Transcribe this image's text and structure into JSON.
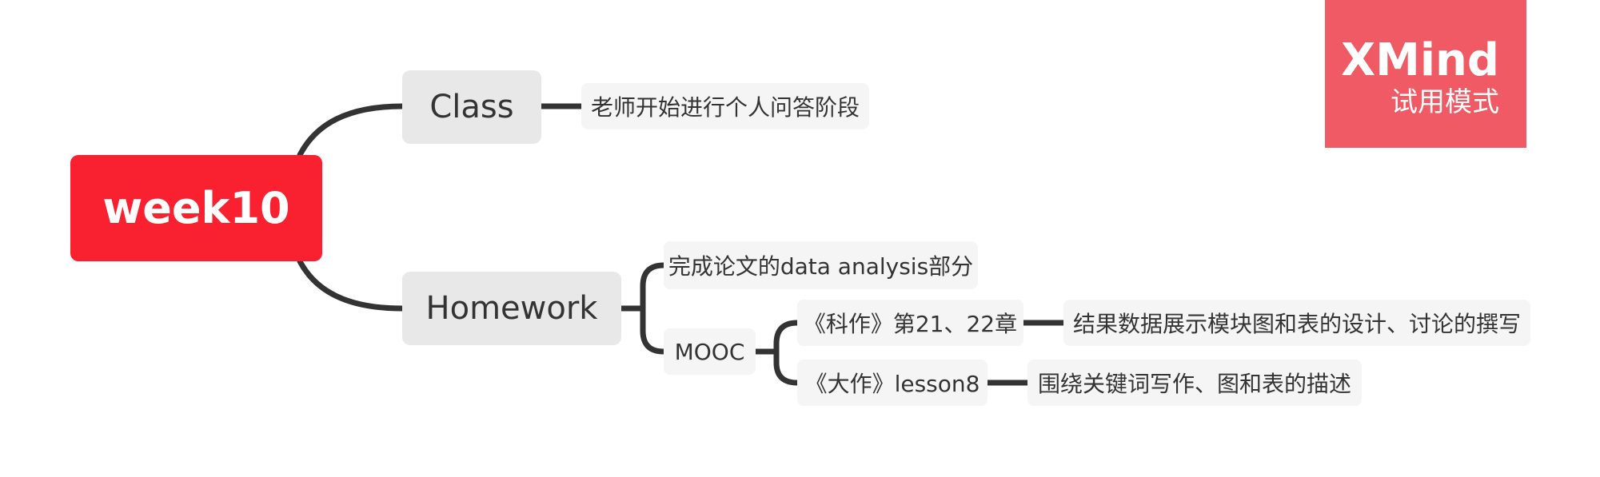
{
  "map": {
    "root": "week10",
    "class": {
      "label": "Class",
      "note": "老师开始进行个人问答阶段"
    },
    "homework": {
      "label": "Homework",
      "paper": "完成论文的data analysis部分",
      "mooc": {
        "label": "MOOC",
        "keza": {
          "label": "《科作》第21、22章",
          "detail": "结果数据展示模块图和表的设计、讨论的撰写"
        },
        "dazuo": {
          "label": "《大作》lesson8",
          "detail": "围绕关键词写作、图和表的描述"
        }
      }
    }
  },
  "watermark": {
    "title": "XMind",
    "subtitle": "试用模式"
  },
  "colors": {
    "root": "#f9202f",
    "main_topic": "#e8e8e8",
    "sub_topic": "#f5f5f5",
    "connector": "#333333",
    "watermark": "#f05a64"
  }
}
